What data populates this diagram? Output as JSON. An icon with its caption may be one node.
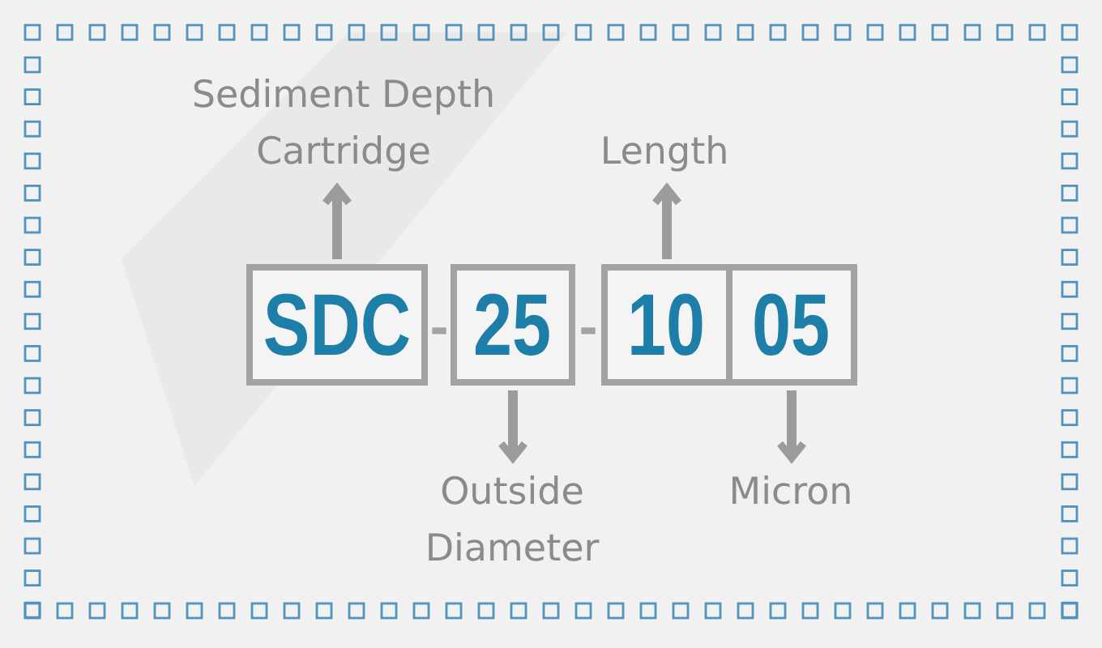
{
  "diagram": {
    "nodes": [
      {
        "text": [
          "SDC"
        ]
      },
      {
        "text": [
          "25"
        ]
      },
      {
        "text": [
          "10"
        ]
      },
      {
        "text": [
          "05"
        ]
      },
      {
        "text": [
          "Sediment Depth Cartridge"
        ]
      },
      {
        "text": [
          "Length"
        ]
      },
      {
        "text": [
          "Outside Diameter"
        ]
      },
      {
        "text": [
          "Micron"
        ]
      }
    ],
    "edges": [
      {
        "from": 0,
        "to": 4,
        "arrow": "to"
      },
      {
        "from": 2,
        "to": 5,
        "arrow": "to"
      },
      {
        "from": 1,
        "to": 6,
        "arrow": "to"
      },
      {
        "from": 3,
        "to": 7,
        "arrow": "to"
      }
    ],
    "labels": [
      "-",
      "-"
    ]
  }
}
